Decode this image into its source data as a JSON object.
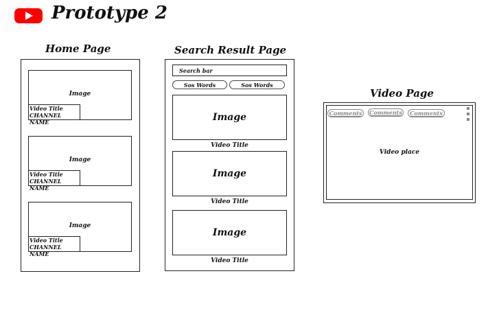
{
  "header": {
    "title": "Prototype 2",
    "logo": "youtube-logo",
    "brand_color": "#ff0000"
  },
  "home": {
    "title": "Home Page",
    "cards": [
      {
        "image": "Image",
        "video_title": "Video Title",
        "channel": "CHANNEL NAME"
      },
      {
        "image": "Image",
        "video_title": "Video Title",
        "channel": "CHANNEL NAME"
      },
      {
        "image": "Image",
        "video_title": "Video Title",
        "channel": "CHANNEL NAME"
      }
    ]
  },
  "search": {
    "title": "Search Result Page",
    "search_bar": "Search bar",
    "chips": [
      "Sos Words",
      "Sos Words"
    ],
    "results": [
      {
        "image": "Image",
        "video_title": "Video Title"
      },
      {
        "image": "Image",
        "video_title": "Video Title"
      },
      {
        "image": "Image",
        "video_title": "Video Title"
      }
    ]
  },
  "video": {
    "title": "Video Page",
    "chips": [
      "Comments",
      "Comments",
      "Comments"
    ],
    "placeholder": "Video place"
  }
}
